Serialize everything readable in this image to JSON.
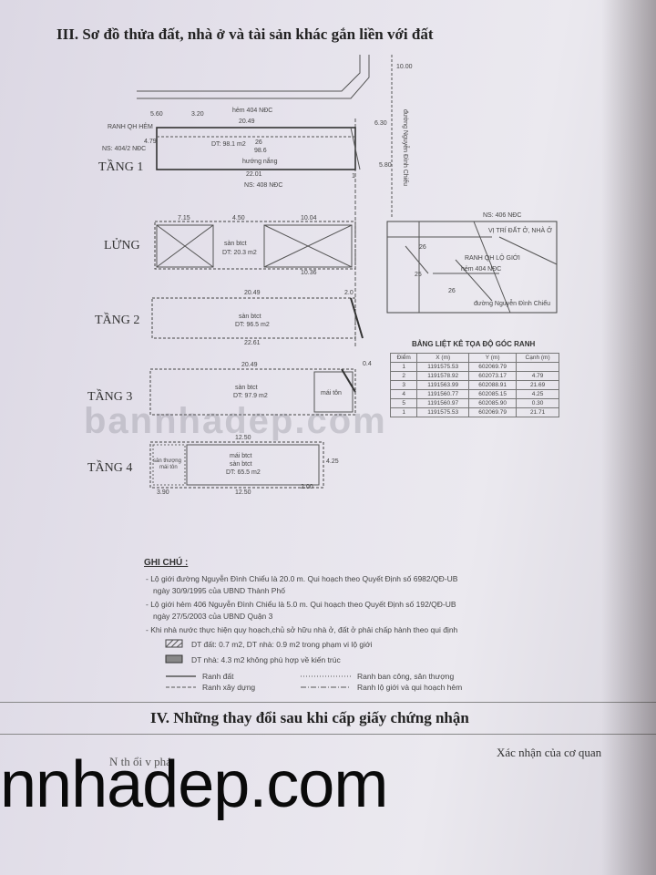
{
  "section3_title": "III. Sơ đồ thửa đất, nhà ở và tài sản khác gắn liền với đất",
  "section4_title": "IV. Những thay đổi sau khi cấp giấy chứng nhận",
  "floors": {
    "tang1": "TẦNG 1",
    "lung": "LỬNG",
    "tang2": "TẦNG 2",
    "tang3": "TẦNG 3",
    "tang4": "TẦNG 4"
  },
  "site": {
    "hem_label": "hẻm 404 NĐC",
    "street_label": "đường Nguyễn Đình Chiểu",
    "ranh_qh_hem": "RANH QH HẺM",
    "ns_404": "NS: 404/2 NĐC",
    "ns_408": "NS: 408 NĐC",
    "t1_dt": "DT: 98.1 m2",
    "t1_parcel": "26",
    "t1_area": "98.6",
    "huong_nang": "hướng nắng",
    "d_2049": "20.49",
    "d_2201": "22.01",
    "d_1000": "10.00",
    "d_630": "6.30",
    "d_580": "5.80",
    "d_320": "3.20",
    "d_560": "5.60",
    "d_479": "4.79",
    "d_1": "1"
  },
  "lung": {
    "label1": "sàn btct",
    "label2": "DT: 20.3 m2",
    "d_715": "7.15",
    "d_450": "4.50",
    "d_1004": "10.04",
    "d_1036": "10.36"
  },
  "tang2": {
    "label1": "sàn btct",
    "label2": "DT: 96.5 m2",
    "d_2049": "20.49",
    "d_2261": "22.61",
    "d_20": "2.0"
  },
  "tang3": {
    "label1": "sàn btct",
    "label2": "DT: 97.9 m2",
    "roof": "mái tôn",
    "d_2049": "20.49",
    "d_04": "0.4"
  },
  "tang4": {
    "label0": "sân thượng",
    "label0b": "mái tôn",
    "label1": "mái btct",
    "label2": "sàn btct",
    "label3": "DT: 65.5 m2",
    "d_390": "3.90",
    "d_1250": "12.50",
    "d_200": "2.00",
    "d_1250b": "12.50",
    "d_425": "4.25"
  },
  "location_map": {
    "ns_406": "NS: 406 NĐC",
    "vi_tri": "VỊ TRÍ ĐẤT Ở, NHÀ Ở",
    "ranh_qh": "RANH QH LỘ GIỚI",
    "hem": "hẻm 404 NĐC",
    "duong": "đường Nguyễn Đình Chiểu",
    "p1": "25",
    "p2": "26",
    "p3": "26"
  },
  "coord_table": {
    "title": "BẢNG LIỆT KÊ TỌA ĐỘ GÓC RANH",
    "headers": [
      "Điểm",
      "X (m)",
      "Y (m)",
      "Cạnh (m)"
    ],
    "rows": [
      [
        "1",
        "1191575.53",
        "602069.79",
        ""
      ],
      [
        "2",
        "1191578.92",
        "602073.17",
        "4.79"
      ],
      [
        "3",
        "1191563.99",
        "602088.91",
        "21.69"
      ],
      [
        "4",
        "1191560.77",
        "602085.15",
        "4.25"
      ],
      [
        "5",
        "1191560.97",
        "602085.90",
        "0.30"
      ],
      [
        "1",
        "1191575.53",
        "602069.79",
        "21.71"
      ]
    ]
  },
  "notes": {
    "title": "GHI CHÚ :",
    "lines": [
      "- Lộ giới đường Nguyễn Đình Chiểu là 20.0 m. Qui hoạch theo Quyết Định số 6982/QĐ-UB",
      "ngày 30/9/1995 của UBND Thành Phố",
      "- Lộ giới hẻm 406 Nguyễn Đình Chiểu là 5.0 m. Qui hoạch theo Quyết Định số 192/QĐ-UB",
      "ngày 27/5/2003 của UBND Quận 3",
      "- Khi nhà nước thực hiện quy hoạch,chủ sở hữu nhà ở, đất ở phải chấp hành theo qui định"
    ],
    "legend_area1": "DT đất: 0.7 m2, DT nhà: 0.9 m2  trong phạm vi lộ giới",
    "legend_area2": "DT nhà: 4.3 m2 không phù hợp về kiến trúc",
    "ranh_dat": "Ranh đất",
    "ranh_xay_dung": "Ranh xây dựng",
    "ranh_ban_cong": "Ranh ban công, sân thượng",
    "ranh_lo_gioi": "Ranh lộ giới và qui hoạch hẻm"
  },
  "watermark_small": "bannhadep.com",
  "watermark_big": "nnhadep.com",
  "bottom_left_fragment": "N         th        ổi  v           phá",
  "bottom_right_text": "Xác nhận của cơ quan"
}
